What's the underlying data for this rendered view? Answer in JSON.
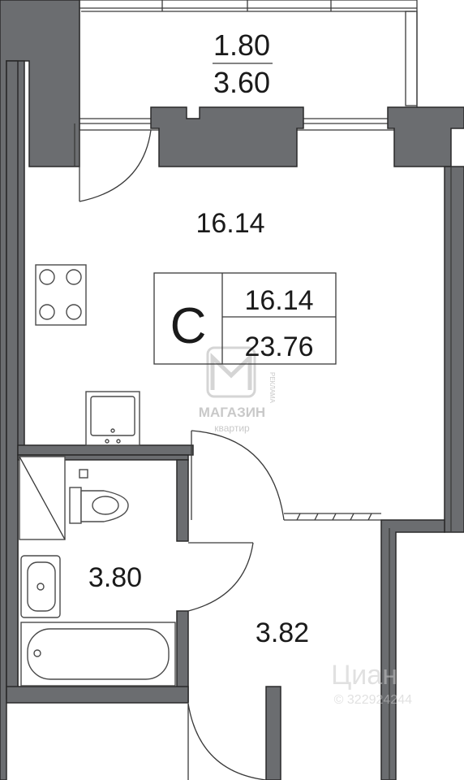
{
  "balcony": {
    "area_top": "1.80",
    "area_bottom": "3.60"
  },
  "rooms": {
    "living": "16.14",
    "bathroom": "3.80",
    "hallway": "3.82"
  },
  "summary": {
    "type_letter": "C",
    "living_area": "16.14",
    "total_area": "23.76"
  },
  "watermark": {
    "brand_line1": "МАГАЗИН",
    "brand_line2": "квартир",
    "side_text": "РЕКЛАМА",
    "source_name": "Циан",
    "source_id": "© 322924244"
  },
  "colors": {
    "wall": "#6b6d70",
    "line": "#3a3a3a",
    "background": "#ffffff"
  }
}
